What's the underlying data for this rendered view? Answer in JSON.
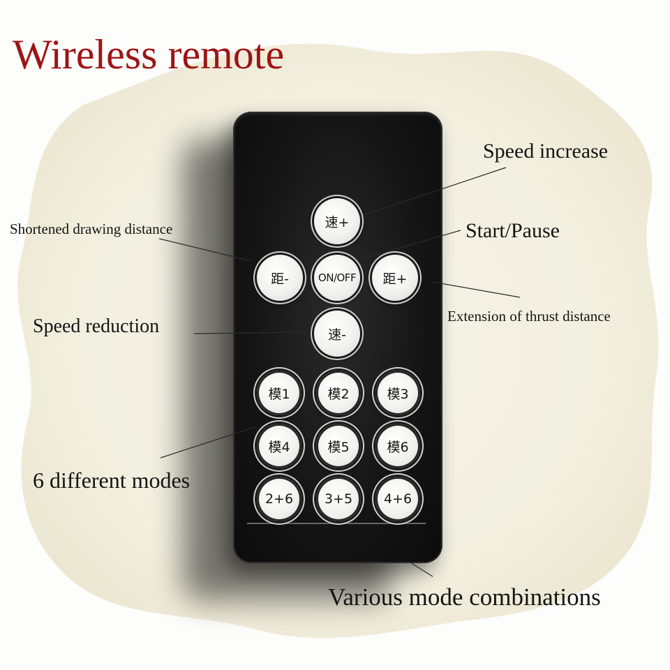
{
  "title": "Wireless remote",
  "colors": {
    "title": "#9e1414",
    "remote_body": "#161616",
    "button_face": "#f1f1ef",
    "paper": "#f3f0e1"
  },
  "buttons": {
    "speed_up": "速+",
    "distance_down": "距-",
    "on_off": "ON/OFF",
    "distance_up": "距+",
    "speed_down": "速-",
    "modes": [
      "模1",
      "模2",
      "模3",
      "模4",
      "模5",
      "模6"
    ],
    "combos": [
      "2+6",
      "3+5",
      "4+6"
    ]
  },
  "labels": {
    "speed_increase": "Speed increase",
    "shortened_distance": "Shortened drawing distance",
    "start_pause": "Start/Pause",
    "extension_distance": "Extension of thrust distance",
    "speed_reduction": "Speed reduction",
    "different_modes": "6 different modes",
    "mode_combinations": "Various mode combinations"
  }
}
